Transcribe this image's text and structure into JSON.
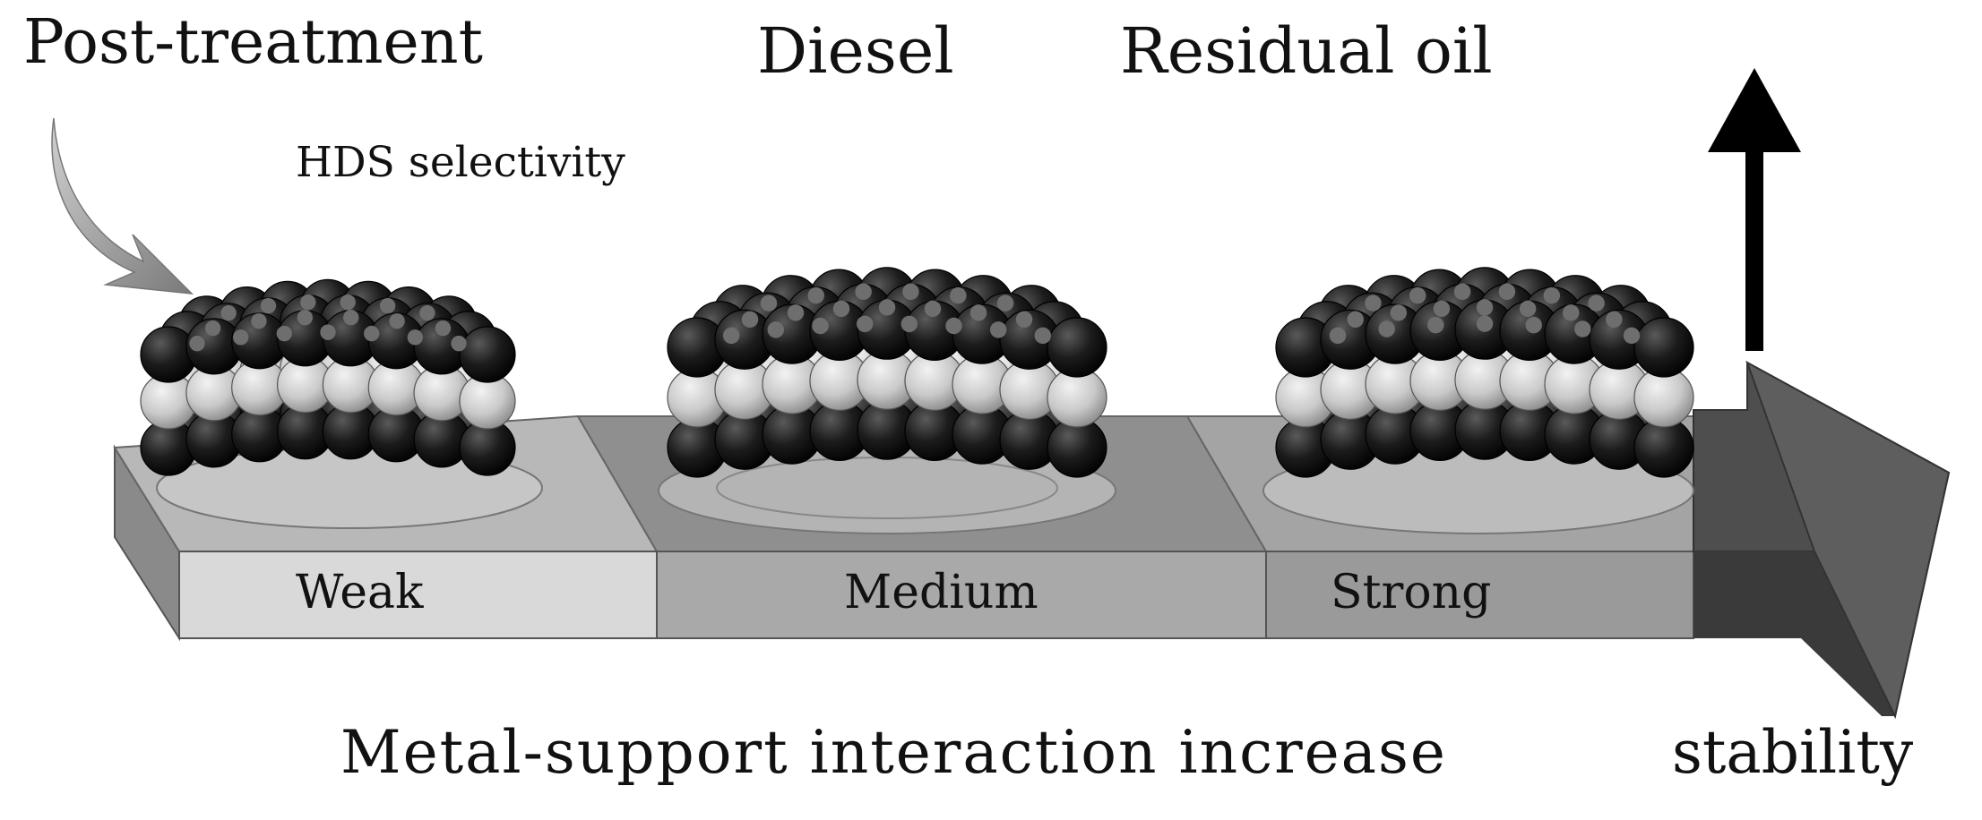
{
  "labels": {
    "post_treatment": "Post-treatment",
    "diesel": "Diesel",
    "residual_oil": "Residual oil",
    "hds_selectivity": "HDS selectivity",
    "weak": "Weak",
    "medium": "Medium",
    "strong": "Strong",
    "metal_support": "Metal-support interaction increase",
    "stability": "stability"
  },
  "clusters": [
    {
      "id": "weak-cluster",
      "layers": [
        "dark",
        "light",
        "dark"
      ]
    },
    {
      "id": "medium-cluster",
      "layers": [
        "dark",
        "light",
        "dark"
      ]
    },
    {
      "id": "strong-cluster",
      "layers": [
        "dark",
        "light",
        "dark"
      ]
    }
  ],
  "colors": {
    "dark_atom": "#1a1a1a",
    "light_atom": "#c8c8c8",
    "weak_panel": "#d9d9d9",
    "medium_panel": "#a9a9a9",
    "strong_panel": "#9a9a9a",
    "arrow_head": "#505050",
    "curved_arrow": "#8c8c8c"
  }
}
